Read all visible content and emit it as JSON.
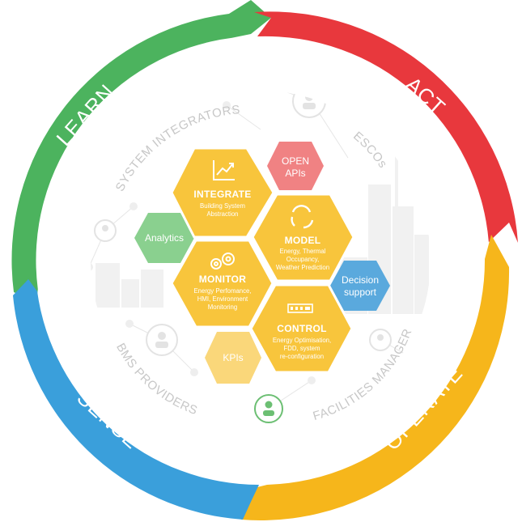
{
  "colors": {
    "learn": "#4cb35e",
    "act": "#e8383d",
    "operate": "#f6b61b",
    "sense": "#3a9fdb",
    "hex_main": "#f8c53c",
    "hex_light": "#fad77a",
    "open_apis": "#ef7778",
    "analytics": "#8ad08f",
    "decision": "#5aa9dd"
  },
  "ring": {
    "learn": "LEARN",
    "act": "ACT",
    "operate": "OPERATE",
    "sense": "SENSE"
  },
  "stakeholders": {
    "system_integrators": "SYSTEM INTEGRATORS",
    "escos": "ESCOs",
    "bms_providers": "BMS PROVIDERS",
    "facilities_manager": "FACILITIES MANAGER"
  },
  "hexes": {
    "integrate": {
      "title": "INTEGRATE",
      "sub1": "Building System",
      "sub2": "Abstraction",
      "icon": "chart-trend-icon"
    },
    "model": {
      "title": "MODEL",
      "sub1": "Energy, Thermal",
      "sub2": "Occupancy,",
      "sub3": "Weather Prediction",
      "icon": "cycle-arrows-icon"
    },
    "monitor": {
      "title": "MONITOR",
      "sub1": "Energy Perfomance,",
      "sub2": "HMI, Environment",
      "sub3": "Monitoring",
      "icon": "gears-icon"
    },
    "control": {
      "title": "CONTROL",
      "sub1": "Energy Optimisation,",
      "sub2": "FDD, system",
      "sub3": "re-configuration",
      "icon": "controller-icon"
    },
    "open_apis": {
      "line1": "OPEN",
      "line2": "APIs"
    },
    "analytics": {
      "label": "Analytics"
    },
    "decision": {
      "line1": "Decision",
      "line2": "support"
    },
    "kpis": {
      "label": "KPIs"
    }
  }
}
